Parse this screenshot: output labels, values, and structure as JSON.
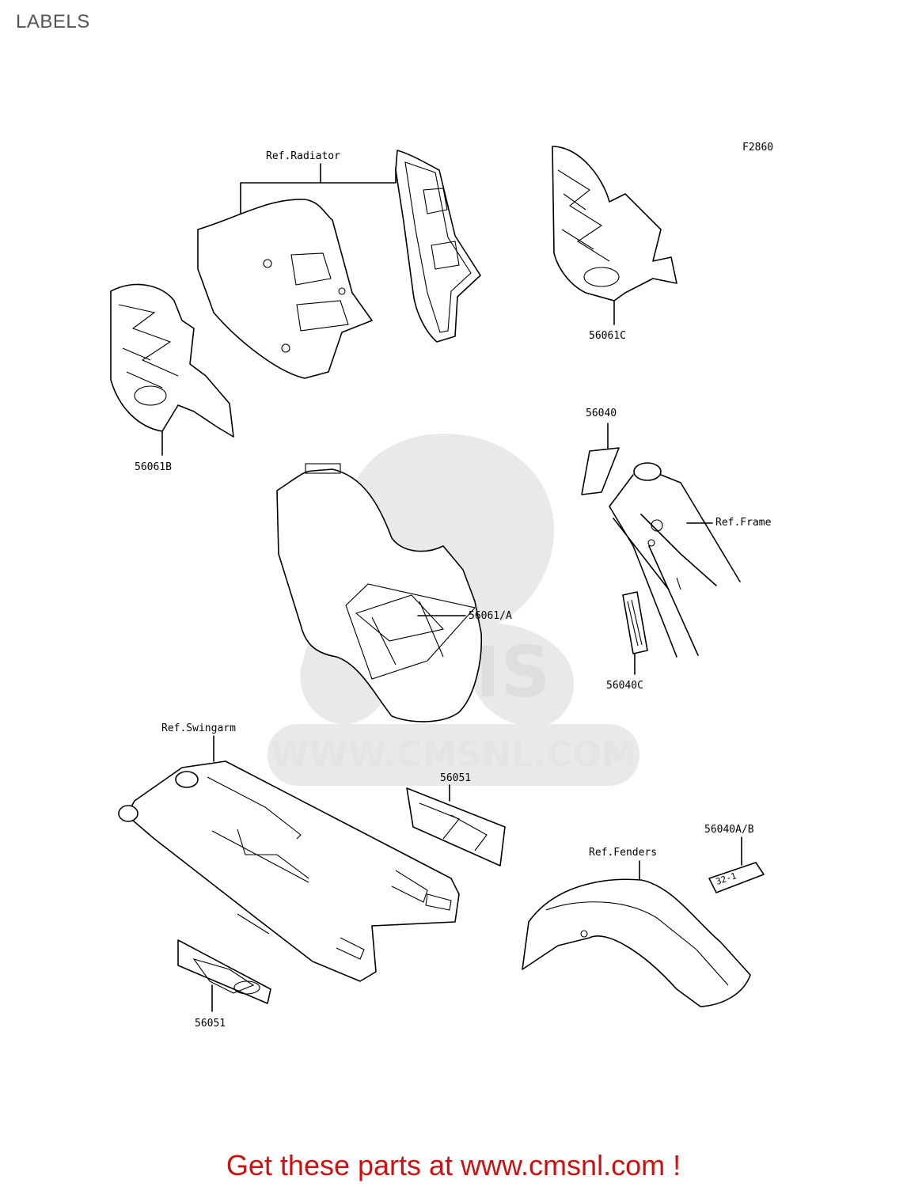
{
  "page": {
    "title": "LABELS"
  },
  "figure_code": "F2860",
  "callouts": {
    "ref_radiator": "Ref.Radiator",
    "ref_frame": "Ref.Frame",
    "ref_swingarm": "Ref.Swingarm",
    "ref_fenders": "Ref.Fenders",
    "part_56061c": "56061C",
    "part_56061b": "56061B",
    "part_56061a": "56061/A",
    "part_56040": "56040",
    "part_56040c": "56040C",
    "part_56051_upper": "56051",
    "part_56051_lower": "56051",
    "part_56040ab": "56040A/B"
  },
  "label_marks": {
    "plate_56040ab": "32-1"
  },
  "watermark": {
    "text": "WWW.CMSNL.COM",
    "logo": "CMS"
  },
  "footer": {
    "cta": "Get these parts at www.cmsnl.com !",
    "color": "#cc1111"
  }
}
